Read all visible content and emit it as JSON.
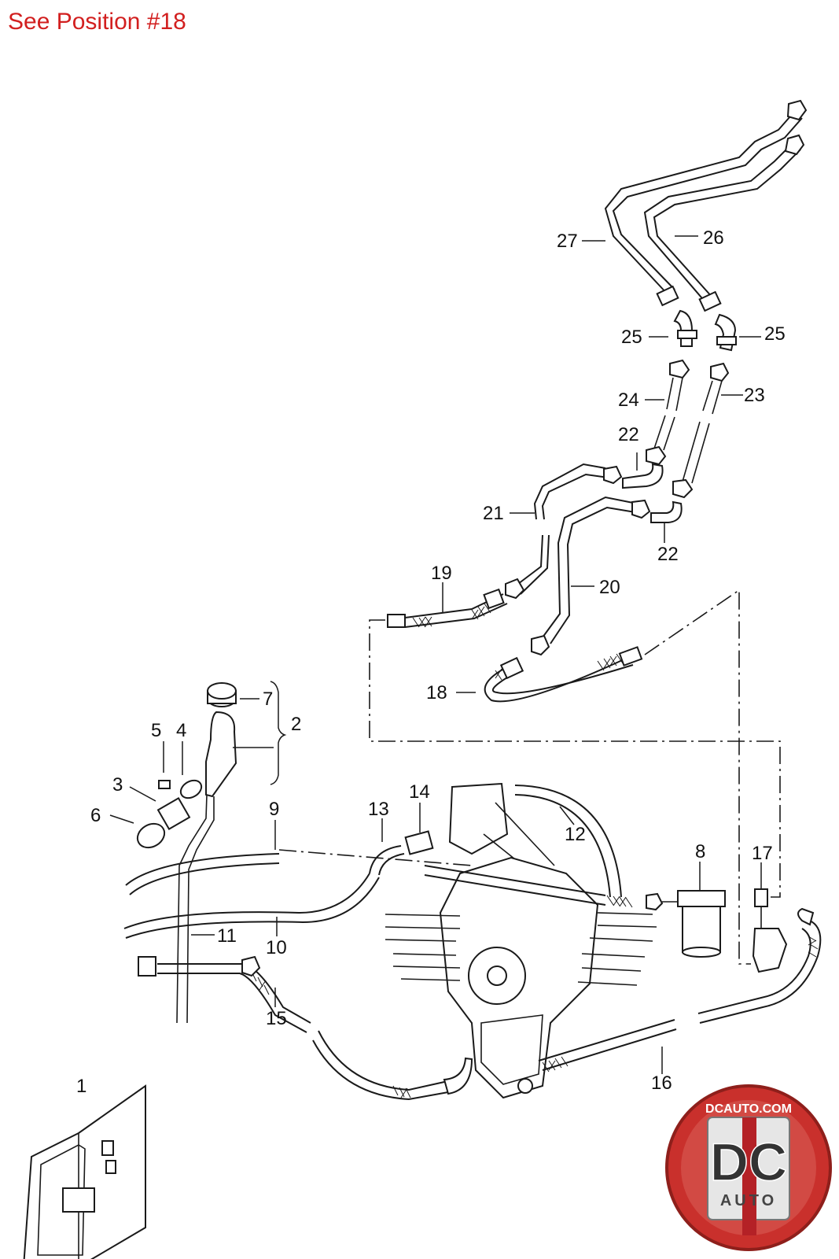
{
  "header": {
    "text": "See Position #18",
    "color": "#d21f1f"
  },
  "callouts": [
    "1",
    "2",
    "3",
    "4",
    "5",
    "6",
    "7",
    "8",
    "9",
    "10",
    "11",
    "12",
    "13",
    "14",
    "15",
    "16",
    "17",
    "18",
    "19",
    "20",
    "21",
    "22",
    "22",
    "23",
    "24",
    "25",
    "25",
    "26",
    "27"
  ],
  "logo": {
    "top_text": "DCAUTO.COM",
    "big_text": "DC",
    "bottom_text": "AUTO",
    "colors": {
      "ring": "#c9302c",
      "inner": "#e6e6e6",
      "band": "#b42126"
    }
  }
}
